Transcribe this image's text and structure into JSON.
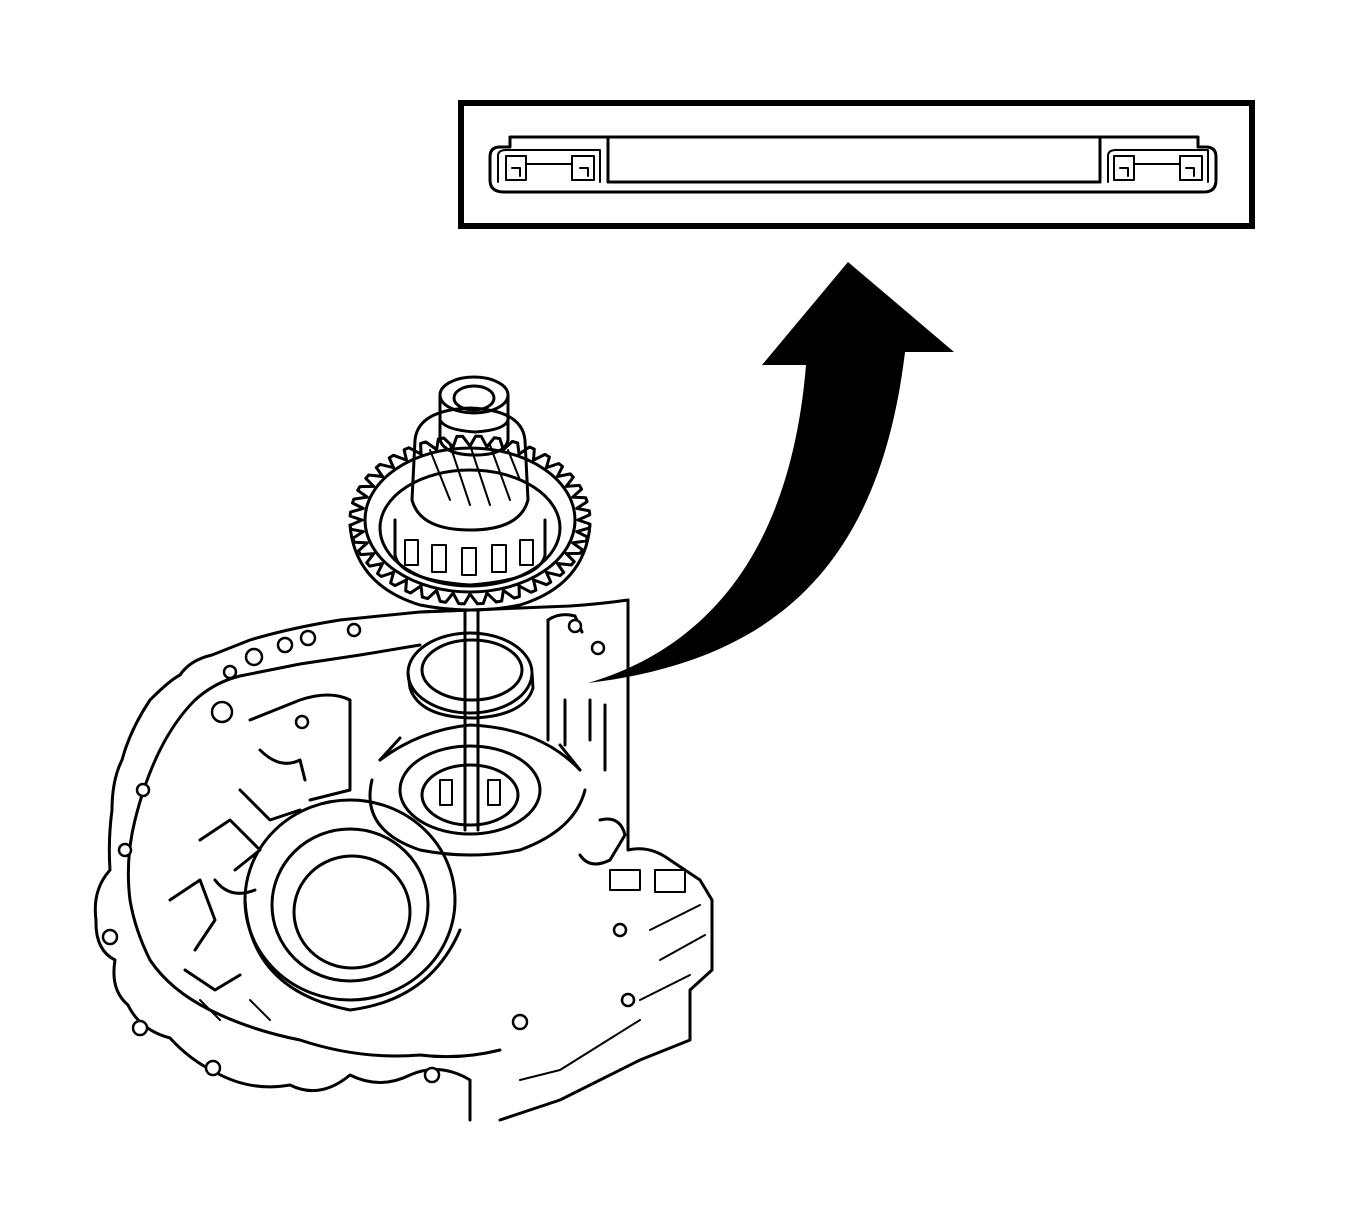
{
  "diagram": {
    "colors": {
      "ink": "#000000",
      "paper": "#ffffff"
    },
    "elements": [
      "transmission-case",
      "bearing-race",
      "shim",
      "countershaft-gear",
      "detail-callout",
      "callout-arrow"
    ]
  }
}
